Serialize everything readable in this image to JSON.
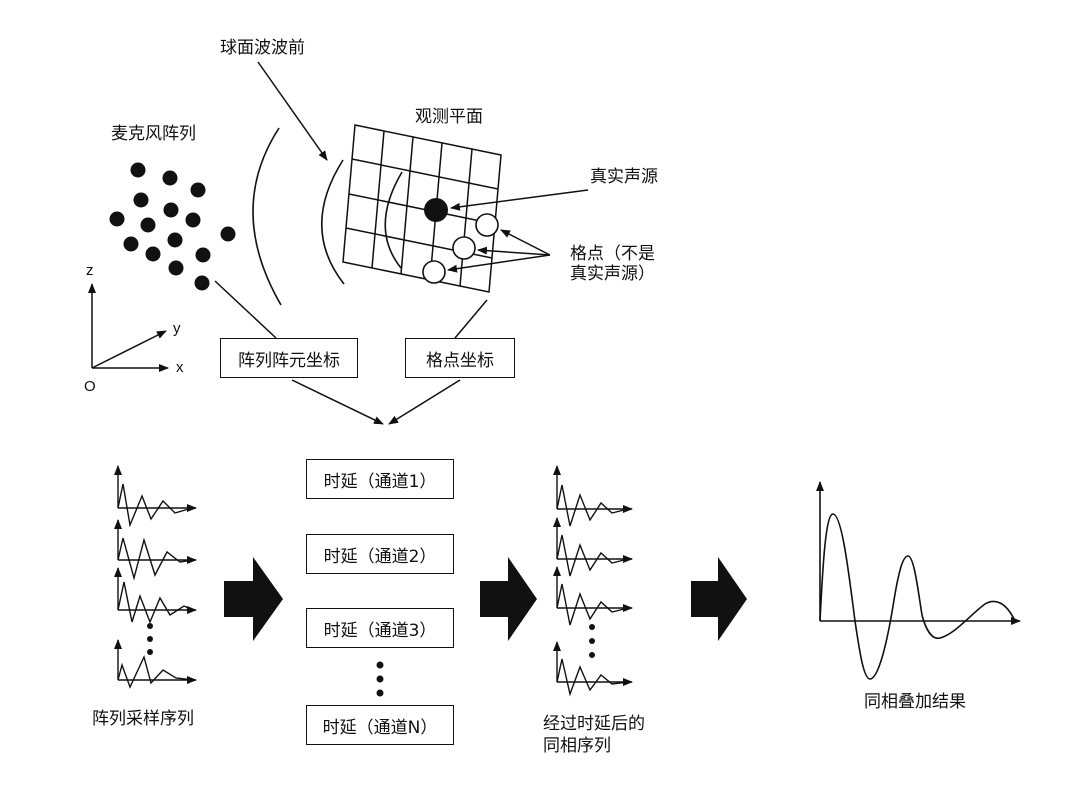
{
  "labels": {
    "wavefront": "球面波波前",
    "observation_plane": "观测平面",
    "mic_array": "麦克风阵列",
    "true_source": "真实声源",
    "grid_point_line1": "格点（不是",
    "grid_point_line2": "真实声源）",
    "array_seq": "阵列采样序列",
    "delayed_line1": "经过时延后的",
    "delayed_line2": "同相序列",
    "result": "同相叠加结果"
  },
  "axes": {
    "z": "z",
    "y": "y",
    "x": "x",
    "origin": "O"
  },
  "boxes": {
    "element_coords": "阵列阵元坐标",
    "grid_coords": "格点坐标"
  },
  "delays": [
    "时延（通道1）",
    "时延（通道2）",
    "时延（通道3）",
    "时延（通道N）"
  ]
}
